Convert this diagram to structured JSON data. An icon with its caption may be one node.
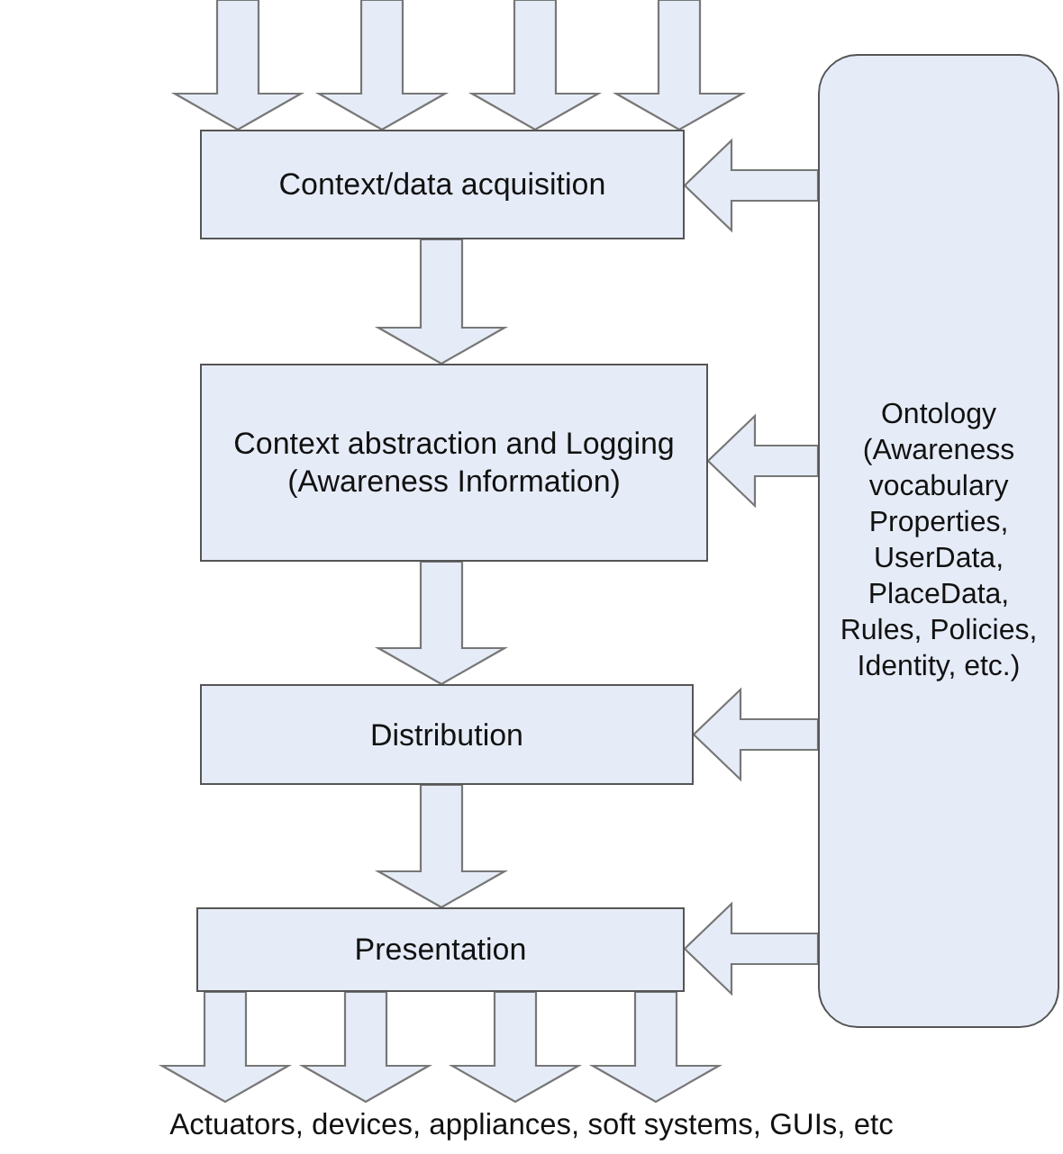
{
  "diagram": {
    "nodes": [
      {
        "text": [
          "Context/data acquisition"
        ]
      },
      {
        "text": [
          "Context abstraction and Logging (Awareness Information)"
        ]
      },
      {
        "text": [
          "Distribution"
        ]
      },
      {
        "text": [
          "Presentation"
        ]
      },
      {
        "text": [
          "Ontology (Awareness vocabulary Properties, UserData, PlaceData, Rules, Policies, Identity, etc.)"
        ]
      },
      {
        "text": [
          "Actuators, devices, appliances, soft systems, GUIs, etc"
        ]
      }
    ],
    "edges": [
      {
        "from": null,
        "to": 0,
        "arrow": "to"
      },
      {
        "from": null,
        "to": 0,
        "arrow": "to"
      },
      {
        "from": null,
        "to": 0,
        "arrow": "to"
      },
      {
        "from": null,
        "to": 0,
        "arrow": "to"
      },
      {
        "from": 0,
        "to": 1,
        "arrow": "to"
      },
      {
        "from": 1,
        "to": 2,
        "arrow": "to"
      },
      {
        "from": 2,
        "to": 3,
        "arrow": "to"
      },
      {
        "from": 4,
        "to": 0,
        "arrow": "to"
      },
      {
        "from": 4,
        "to": 1,
        "arrow": "to"
      },
      {
        "from": 4,
        "to": 2,
        "arrow": "to"
      },
      {
        "from": 4,
        "to": 3,
        "arrow": "to"
      },
      {
        "from": 3,
        "to": 5,
        "arrow": "to"
      },
      {
        "from": 3,
        "to": 5,
        "arrow": "to"
      },
      {
        "from": 3,
        "to": 5,
        "arrow": "to"
      },
      {
        "from": 3,
        "to": 5,
        "arrow": "to"
      }
    ]
  }
}
